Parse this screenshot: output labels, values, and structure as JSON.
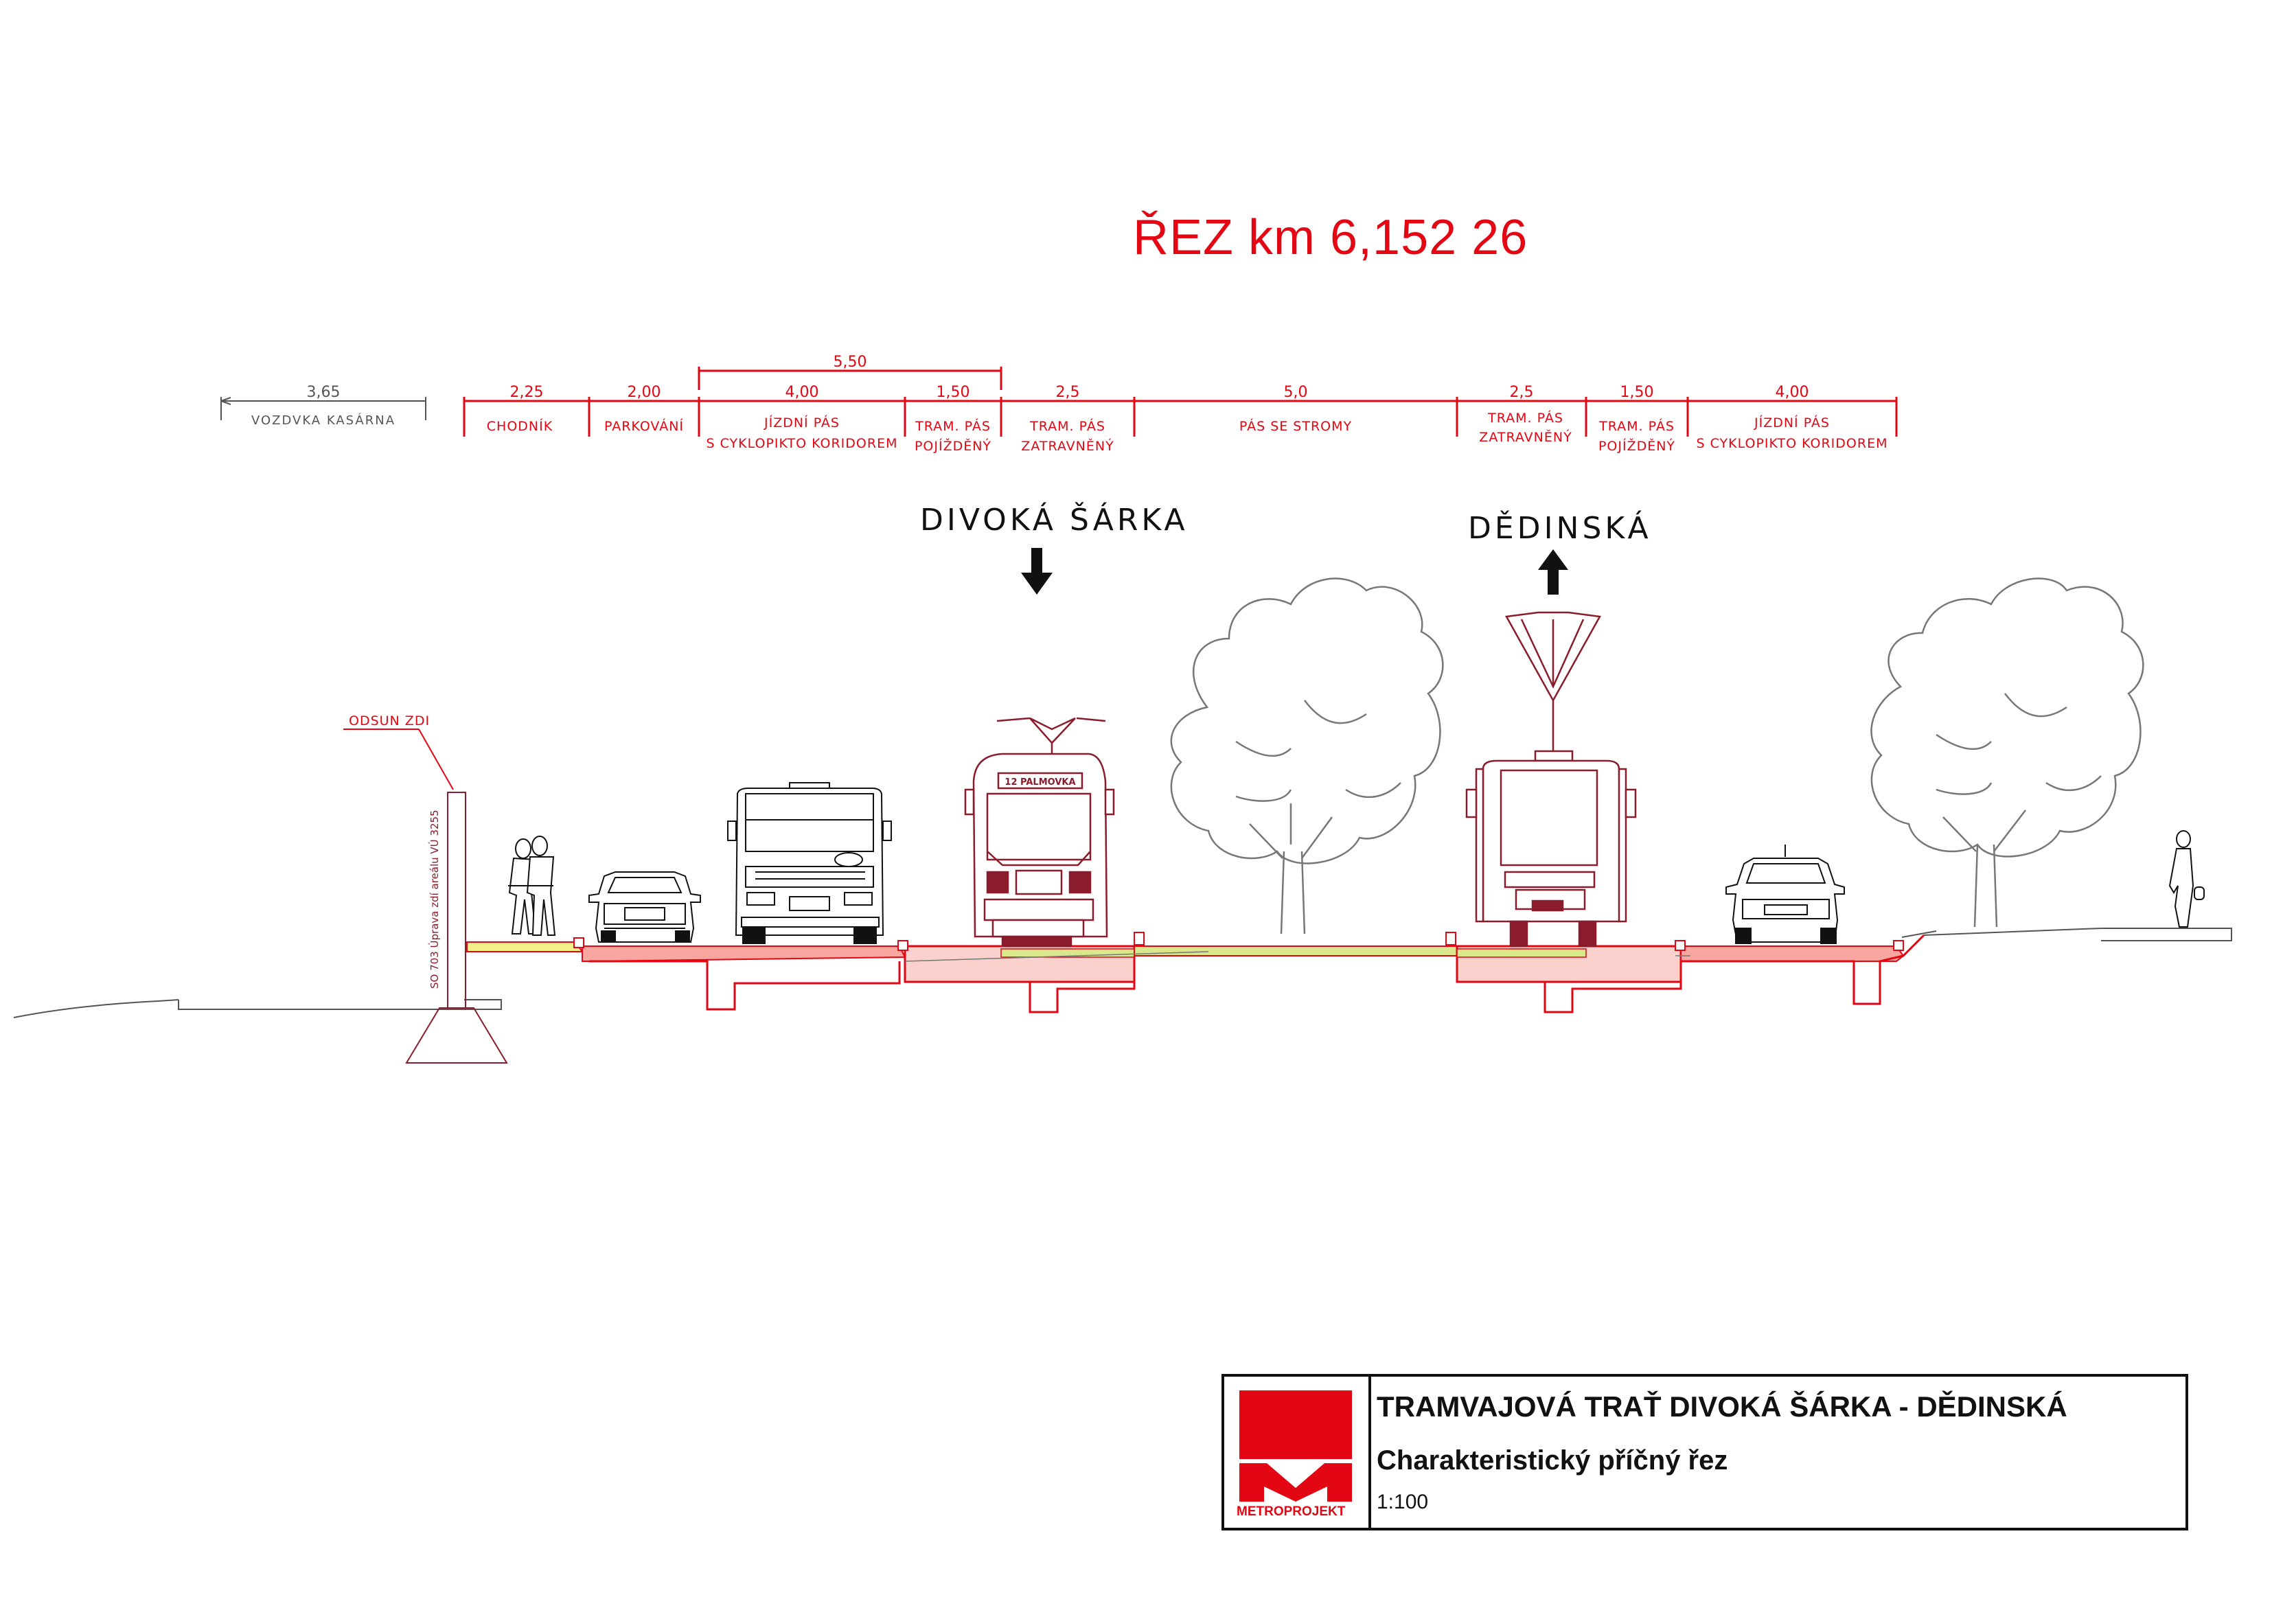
{
  "title": "ŘEZ  km 6,152 26",
  "dimensions": {
    "left": {
      "value": "3,65",
      "label": "VOZDVKA KASÁRNA"
    },
    "group_total": "5,50",
    "segments": [
      {
        "value": "2,25",
        "label1": "CHODNÍK",
        "label2": ""
      },
      {
        "value": "2,00",
        "label1": "PARKOVÁNÍ",
        "label2": ""
      },
      {
        "value": "4,00",
        "label1": "JÍZDNÍ PÁS",
        "label2": "S CYKLOPIKTO KORIDOREM"
      },
      {
        "value": "1,50",
        "label1": "TRAM. PÁS",
        "label2": "POJÍŽDĚNÝ"
      },
      {
        "value": "2,5",
        "label1": "TRAM. PÁS",
        "label2": "ZATRAVNĚNÝ"
      },
      {
        "value": "5,0",
        "label1": "PÁS SE STROMY",
        "label2": ""
      },
      {
        "value": "2,5",
        "label1": "TRAM. PÁS",
        "label2": "ZATRAVNĚNÝ"
      },
      {
        "value": "1,50",
        "label1": "TRAM. PÁS",
        "label2": "POJÍŽDĚNÝ"
      },
      {
        "value": "4,00",
        "label1": "JÍZDNÍ PÁS",
        "label2": "S CYKLOPIKTO KORIDOREM"
      }
    ]
  },
  "directions": {
    "left": {
      "label": "DIVOKÁ  ŠÁRKA",
      "arrow": "down-arrow-icon"
    },
    "right": {
      "label": "DĚDINSKÁ",
      "arrow": "up-arrow-icon"
    }
  },
  "annotations": {
    "wall_shift": "ODSUN ZDI",
    "wall_note": "SO 703 Úprava zdí areálu VÚ 3255",
    "tram_destination": "12 PALMOVKA"
  },
  "title_block": {
    "project": "TRAMVAJOVÁ TRAŤ DIVOKÁ ŠÁRKA - DĚDINSKÁ",
    "drawing": "Charakteristický příčný řez",
    "scale": "1:100",
    "company": "METROPROJEKT",
    "logo_icon": "metroprojekt-logo-icon",
    "logo_color": "#e30613"
  },
  "colors": {
    "red": "#e30613",
    "dark_red": "#8a1c2b",
    "light_red_fill": "#f7a6a0",
    "green_fill": "#d8e88a",
    "yellow_fill": "#f3f089"
  }
}
